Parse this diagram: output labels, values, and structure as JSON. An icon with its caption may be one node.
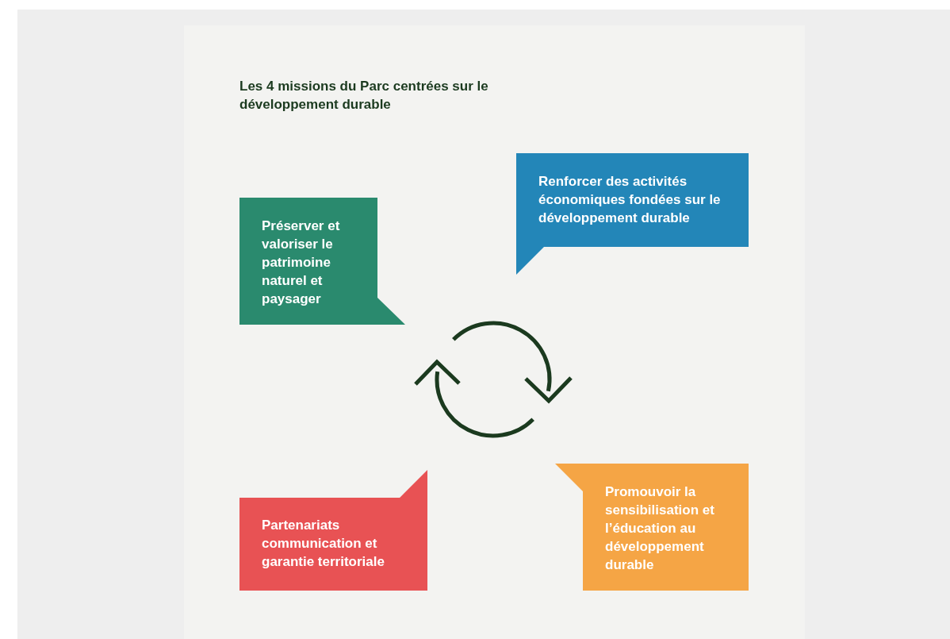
{
  "diagram": {
    "title": "Les 4 missions du Parc centrées sur le développement durable",
    "nodes": [
      {
        "text": [
          "Préserver et valoriser le patrimoine naturel et paysager"
        ]
      },
      {
        "text": [
          "Renforcer des activités économiques fondées sur le développement durable"
        ]
      },
      {
        "text": [
          "Partenariats communication et garantie territoriale"
        ]
      },
      {
        "text": [
          "Promouvoir la sensibilisation et l’éducation au développement durable"
        ]
      }
    ]
  }
}
